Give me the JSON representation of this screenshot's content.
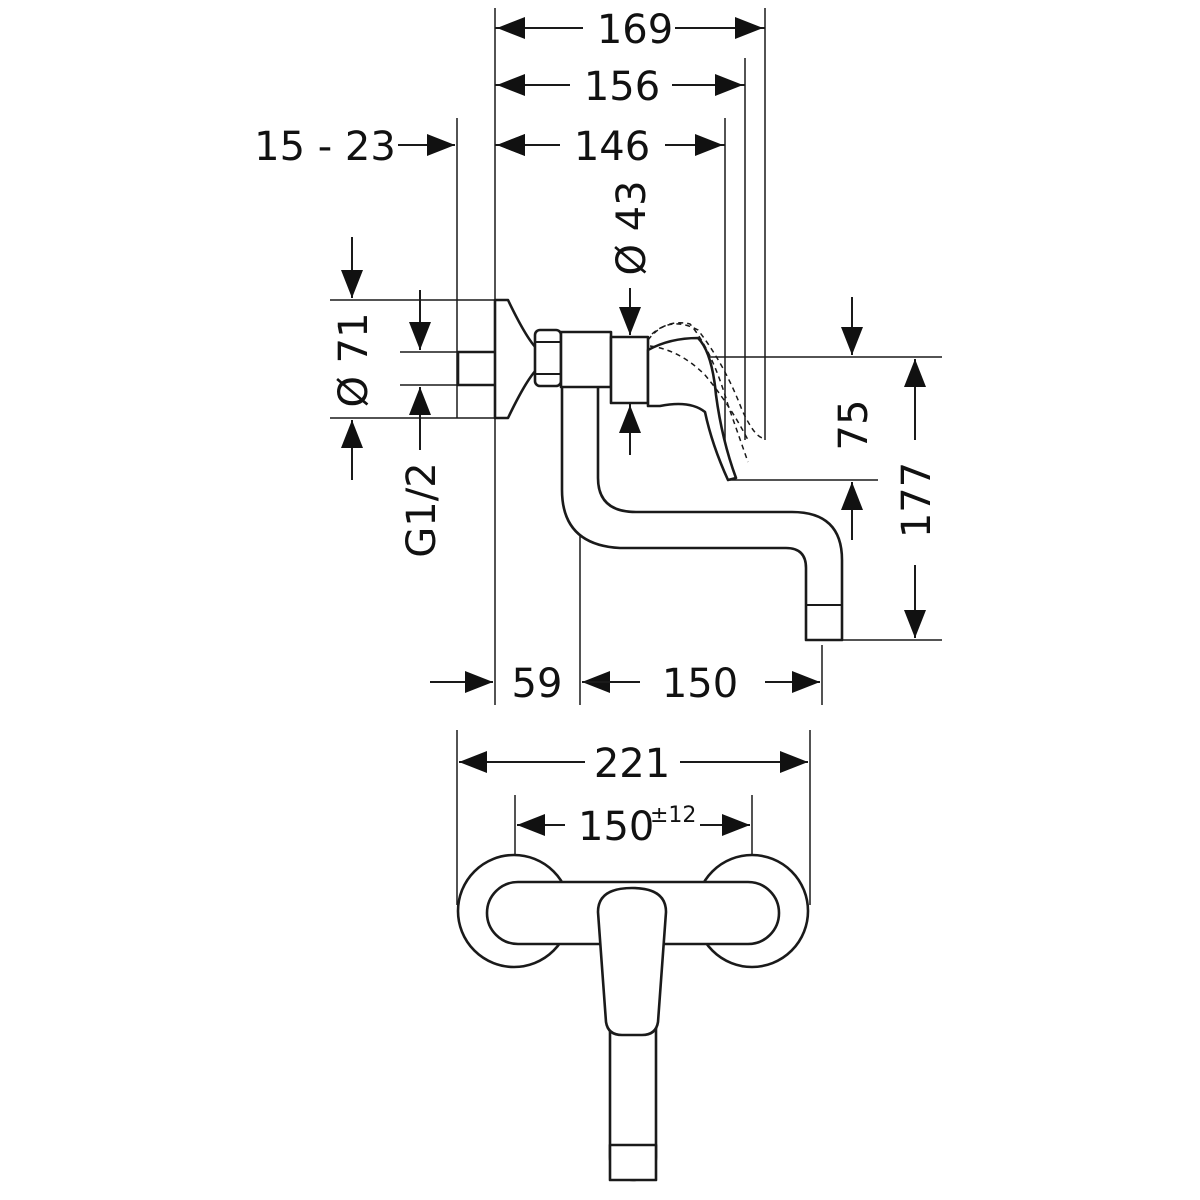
{
  "dimensions": {
    "d169": "169",
    "d156": "156",
    "d146": "146",
    "d15_23": "15 - 23",
    "d43": "Ø 43",
    "d71": "Ø 71",
    "g12": "G1/2",
    "d75": "75",
    "d177": "177",
    "d59": "59",
    "d150": "150",
    "d221": "221",
    "d150b": "150",
    "tol": "±12"
  },
  "colors": {
    "line": "#1a1a1a",
    "background": "#ffffff"
  }
}
